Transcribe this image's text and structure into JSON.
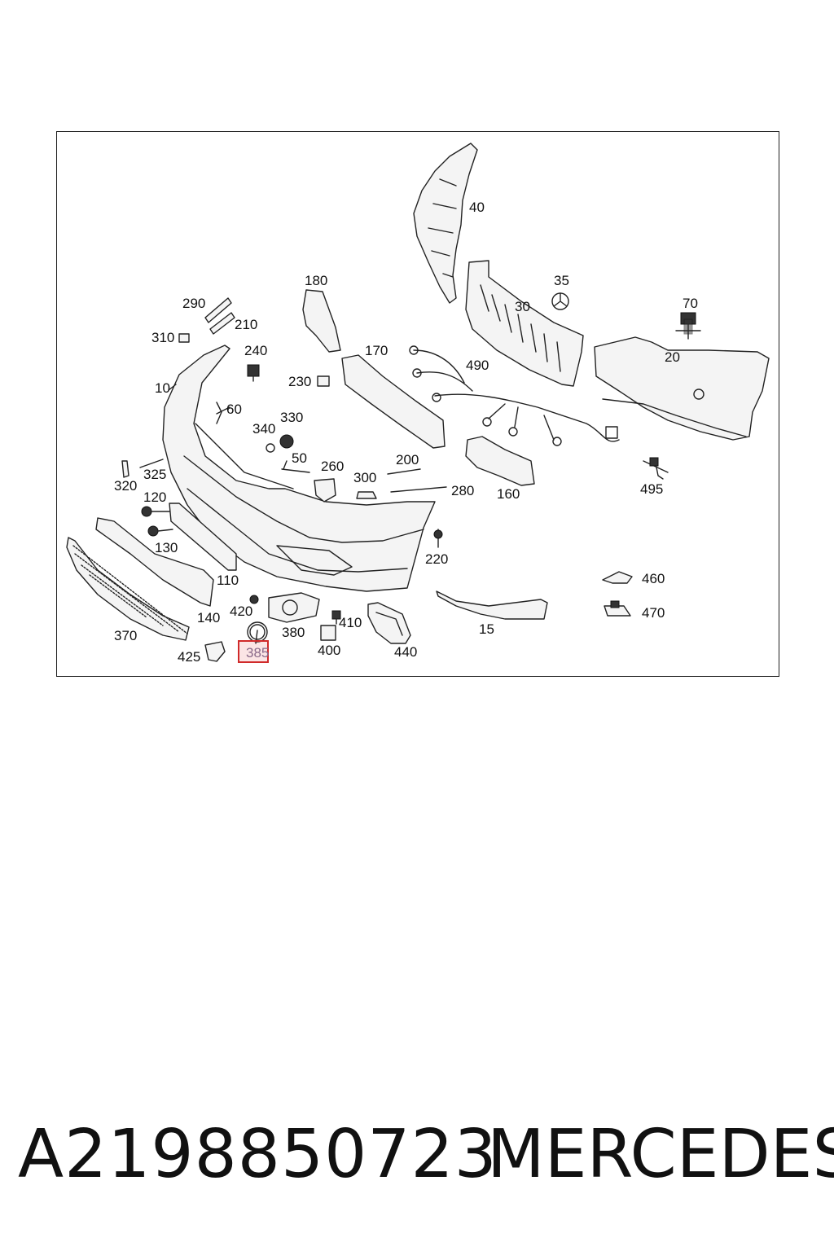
{
  "diagram": {
    "labels": {
      "l10": "10",
      "l15": "15",
      "l20": "20",
      "l30": "30",
      "l35": "35",
      "l40": "40",
      "l50": "50",
      "l60": "60",
      "l70": "70",
      "l110": "110",
      "l120": "120",
      "l130": "130",
      "l140": "140",
      "l160": "160",
      "l170": "170",
      "l180": "180",
      "l200": "200",
      "l210": "210",
      "l220": "220",
      "l230": "230",
      "l240": "240",
      "l260": "260",
      "l280": "280",
      "l290": "290",
      "l300": "300",
      "l310": "310",
      "l320": "320",
      "l325": "325",
      "l330": "330",
      "l340": "340",
      "l370": "370",
      "l380": "380",
      "l400": "400",
      "l410": "410",
      "l420": "420",
      "l425": "425",
      "l440": "440",
      "l460": "460",
      "l470": "470",
      "l490": "490",
      "l495": "495"
    },
    "highlighted_label": "385",
    "highlight_color": "#d02a2a"
  },
  "footer": {
    "part_number": "A2198850723",
    "brand": "MERCEDES"
  }
}
